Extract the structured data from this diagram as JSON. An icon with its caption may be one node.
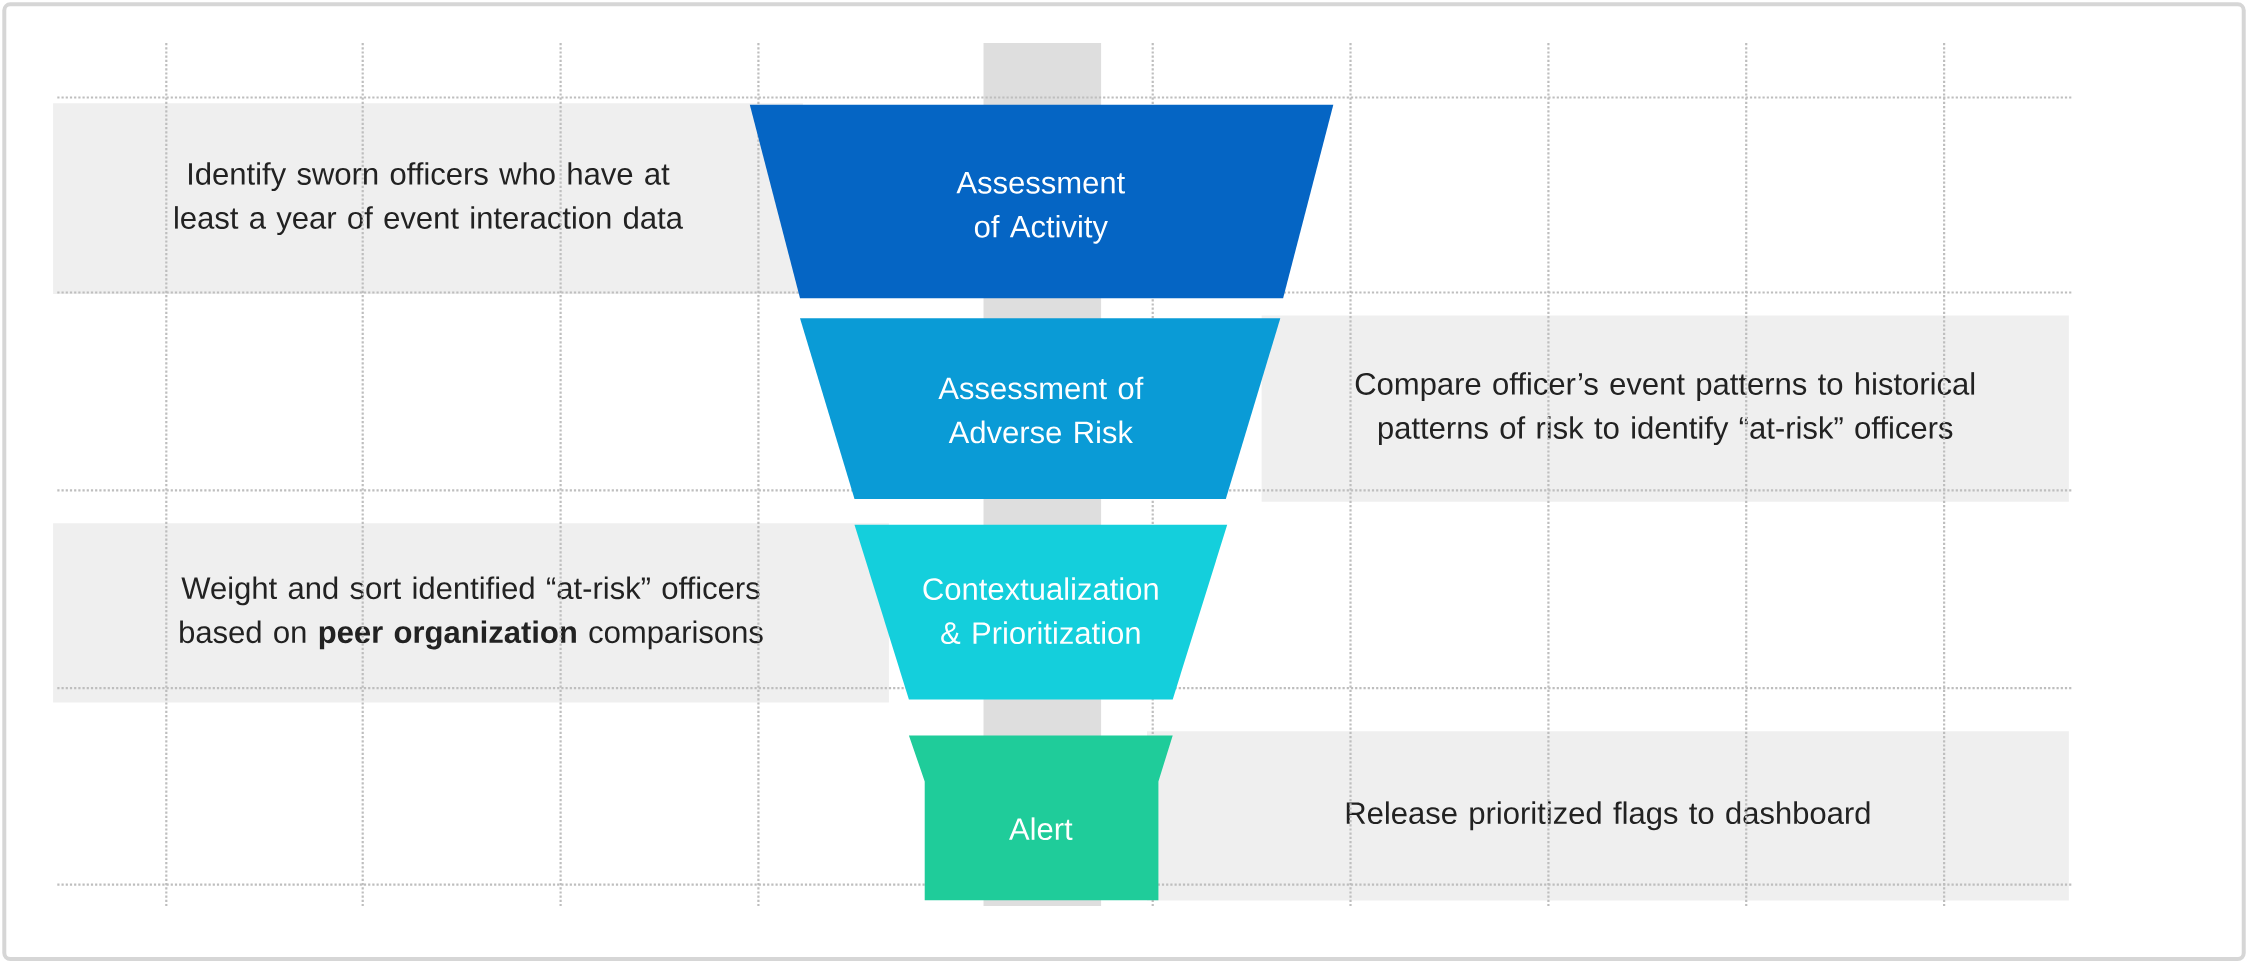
{
  "diagram": {
    "nodes": [
      {
        "text": [
          "Identify sworn officers who have at least a year of event interaction data"
        ]
      },
      {
        "text": [
          "Assessment of Activity"
        ]
      },
      {
        "text": [
          "Assessment of Adverse Risk"
        ]
      },
      {
        "text": [
          "Compare officer’s event patterns to historical patterns of risk to identify “at-risk” officers"
        ]
      },
      {
        "text": [
          "Weight and sort identified “at-risk” officers based on **peer organization** comparisons"
        ]
      },
      {
        "text": [
          "Contextualization & Prioritization"
        ]
      },
      {
        "text": [
          "Alert"
        ]
      },
      {
        "text": [
          "Release prioritized flags to dashboard"
        ]
      }
    ]
  }
}
